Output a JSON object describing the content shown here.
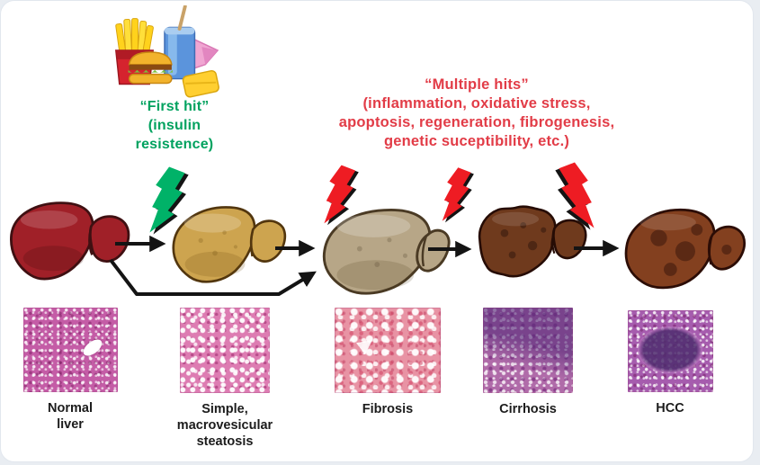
{
  "diagram": {
    "title_implied": "NAFLD progression (two-hit hypothesis)",
    "first_hit_label": "“First hit”\n(insulin\nresistence)",
    "multiple_hits_label": "“Multiple hits”\n(inflammation, oxidative stress,\napoptosis, regeneration, fibrogenesis,\ngenetic suceptibility, etc.)",
    "stages": [
      {
        "label": "Normal\nliver"
      },
      {
        "label": "Simple,\nmacrovesicular\nsteatosis"
      },
      {
        "label": "Fibrosis"
      },
      {
        "label": "Cirrhosis"
      },
      {
        "label": "HCC"
      }
    ],
    "colors": {
      "first_hit_text": "#00a25f",
      "multiple_hits_text": "#e23c47",
      "green_bolt": "#00b268",
      "red_bolt": "#ee1c23",
      "bolt_shadow": "#141414",
      "arrow": "#141414",
      "label_text": "#1c1c1c",
      "liver_normal": "#a02028",
      "liver_steatosis": "#cda44f",
      "liver_fibrosis": "#b7a687",
      "liver_cirrhosis": "#6f3a1d",
      "liver_hcc": "#83401f",
      "histology_normal": "#c45ca6",
      "histology_steatosis": "#dd7cb2",
      "histology_fibrosis": "#e893a4",
      "histology_cirrhosis": "#b06ba9",
      "histology_hcc": "#a65cae",
      "card_background": "#ffffff"
    }
  }
}
